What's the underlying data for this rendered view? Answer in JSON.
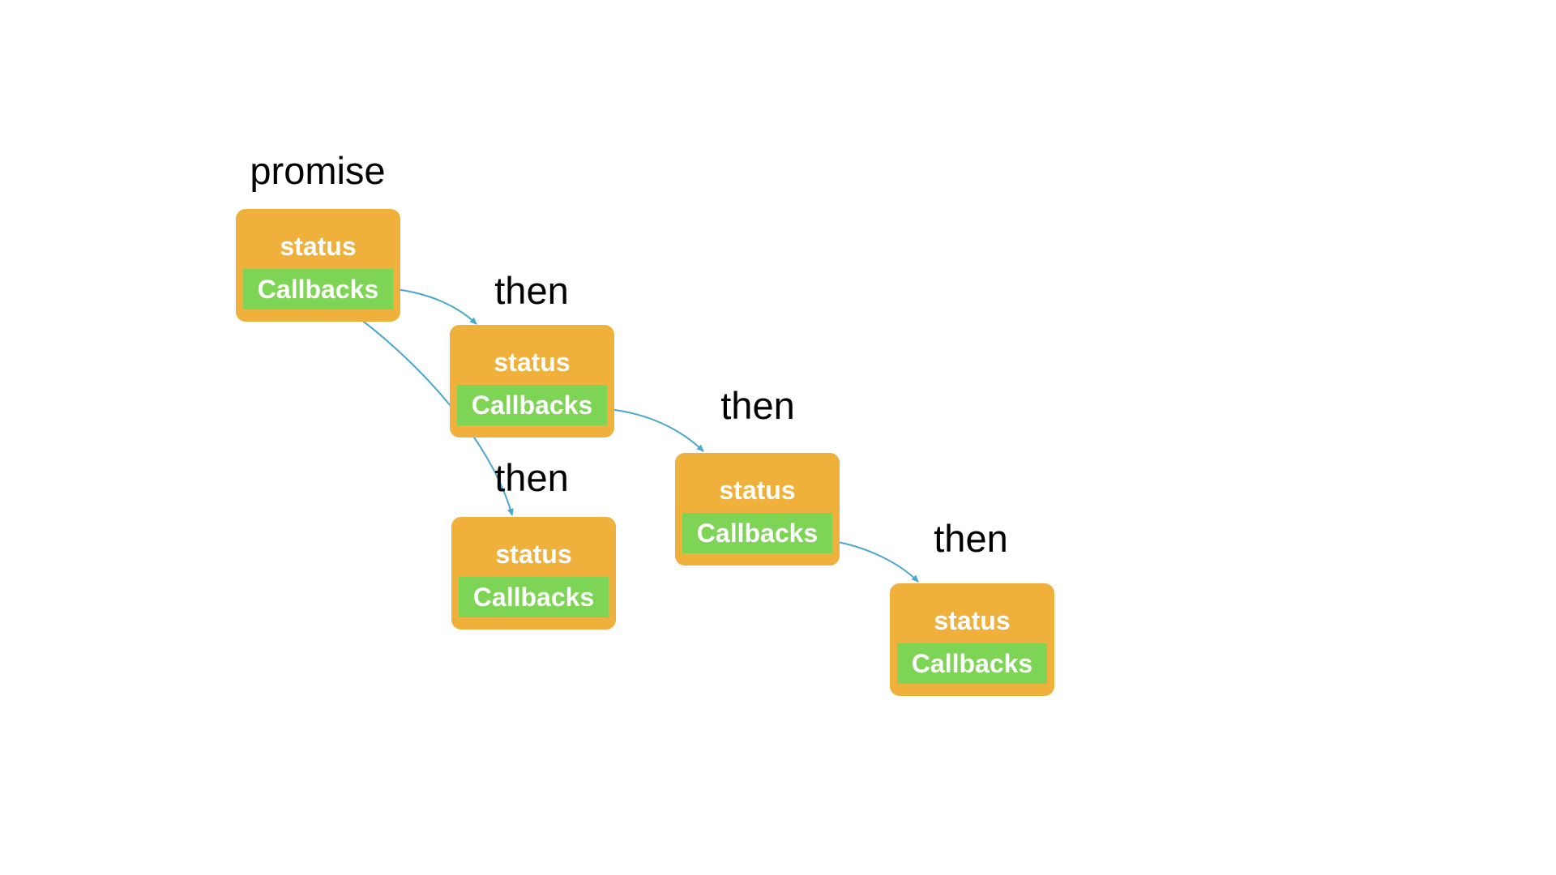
{
  "colors": {
    "box": "#f0b03c",
    "callbacks": "#7dd455",
    "arrow": "#4aa7cf",
    "text_on_box": "#ffffff",
    "title": "#000000"
  },
  "nodes": [
    {
      "id": "promise",
      "title": "promise",
      "status": "status",
      "callbacks": "Callbacks"
    },
    {
      "id": "then1",
      "title": "then",
      "status": "status",
      "callbacks": "Callbacks"
    },
    {
      "id": "then2",
      "title": "then",
      "status": "status",
      "callbacks": "Callbacks"
    },
    {
      "id": "then3",
      "title": "then",
      "status": "status",
      "callbacks": "Callbacks"
    },
    {
      "id": "then4",
      "title": "then",
      "status": "status",
      "callbacks": "Callbacks"
    }
  ],
  "edges": [
    {
      "from": "promise",
      "to": "then1"
    },
    {
      "from": "promise",
      "to": "then2"
    },
    {
      "from": "then1",
      "to": "then3"
    },
    {
      "from": "then3",
      "to": "then4"
    }
  ]
}
